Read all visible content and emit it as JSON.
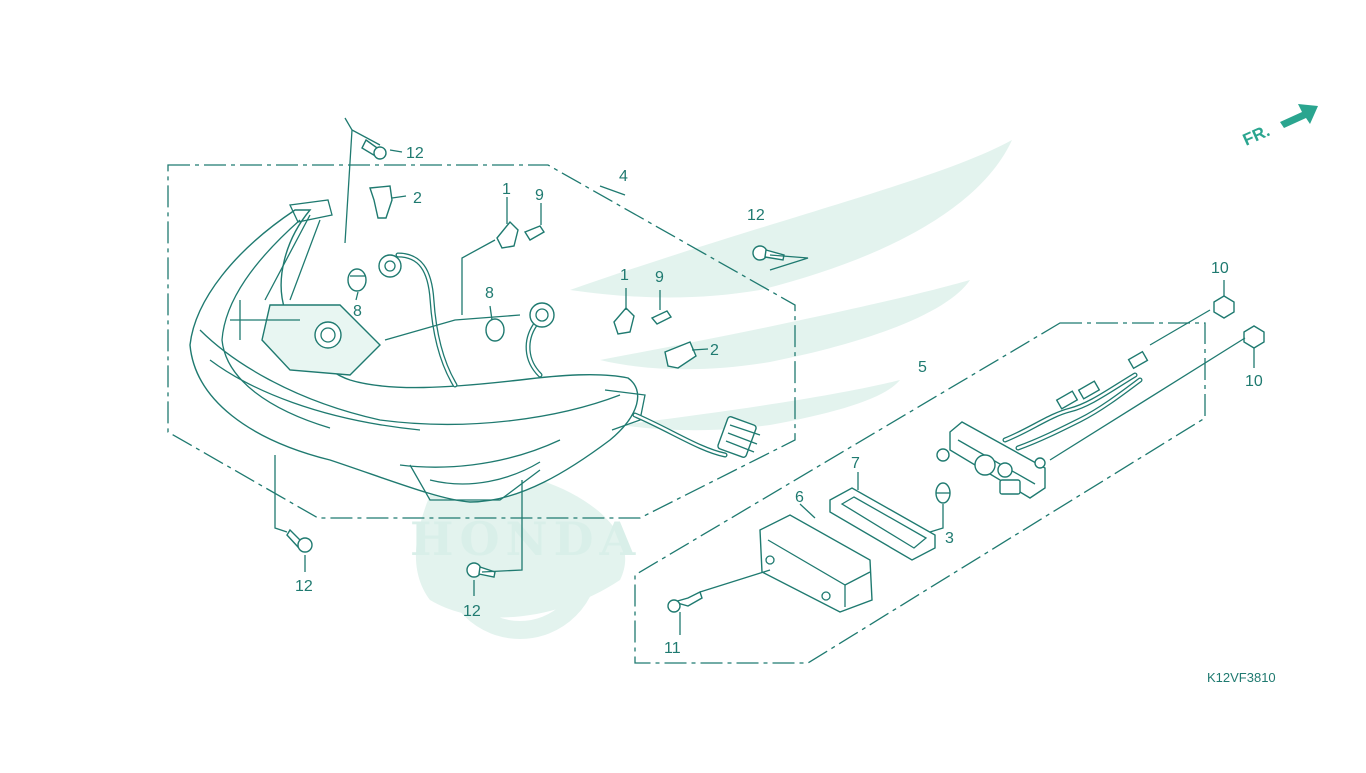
{
  "diagram": {
    "callouts": [
      {
        "id": "c12a",
        "text": "12"
      },
      {
        "id": "c2a",
        "text": "2"
      },
      {
        "id": "c1a",
        "text": "1"
      },
      {
        "id": "c9a",
        "text": "9"
      },
      {
        "id": "c4",
        "text": "4"
      },
      {
        "id": "c12b",
        "text": "12"
      },
      {
        "id": "c8a",
        "text": "8"
      },
      {
        "id": "c8b",
        "text": "8"
      },
      {
        "id": "c1b",
        "text": "1"
      },
      {
        "id": "c9b",
        "text": "9"
      },
      {
        "id": "c2b",
        "text": "2"
      },
      {
        "id": "c10a",
        "text": "10"
      },
      {
        "id": "c10b",
        "text": "10"
      },
      {
        "id": "c5",
        "text": "5"
      },
      {
        "id": "c7",
        "text": "7"
      },
      {
        "id": "c6",
        "text": "6"
      },
      {
        "id": "c3",
        "text": "3"
      },
      {
        "id": "c12c",
        "text": "12"
      },
      {
        "id": "c12d",
        "text": "12"
      },
      {
        "id": "c11",
        "text": "11"
      }
    ],
    "watermark": "HONDA",
    "direction_label": "FR.",
    "diagram_code": "K12VF3810"
  },
  "colors": {
    "line": "#1f7a70",
    "watermark": "#d9efe9",
    "arrow": "#2aa58f"
  }
}
